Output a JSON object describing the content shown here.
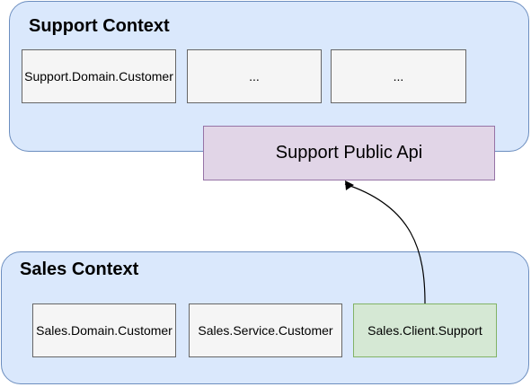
{
  "support_context": {
    "title": "Support Context",
    "items": [
      "Support.Domain.Customer",
      "...",
      "..."
    ],
    "public_api": "Support Public Api"
  },
  "sales_context": {
    "title": "Sales Context",
    "items": [
      "Sales.Domain.Customer",
      "Sales.Service.Customer",
      "Sales.Client.Support"
    ]
  },
  "colors": {
    "context_fill": "#dae8fc",
    "context_stroke": "#6c8ebf",
    "box_fill": "#f5f5f5",
    "box_stroke": "#666666",
    "client_fill": "#d5e8d4",
    "client_stroke": "#82b366",
    "api_fill": "#e1d5e7",
    "api_stroke": "#9673a6"
  }
}
